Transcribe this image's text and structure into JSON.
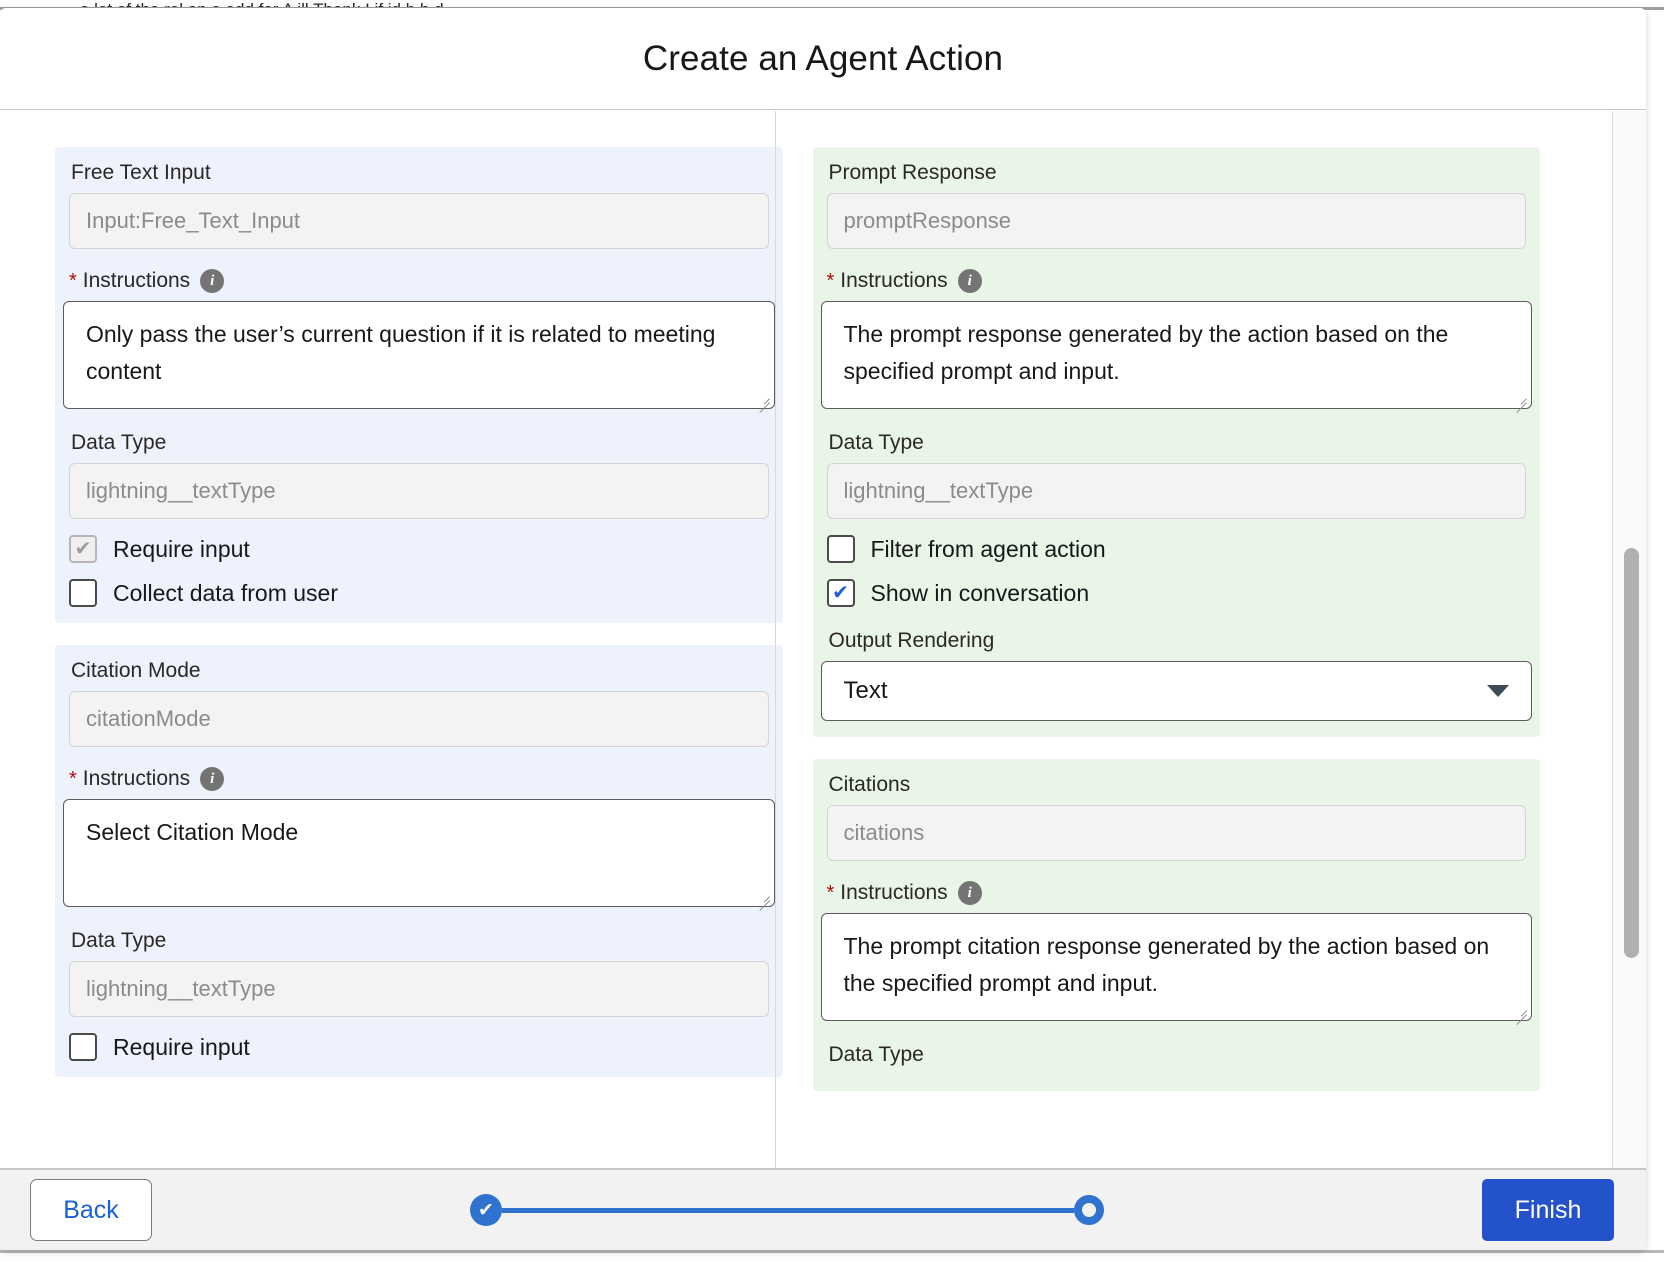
{
  "background": {
    "top_text": "a lot of the rel  on  a      add   for  A           ill       Thank     I         if   id  b   h  d",
    "bottom_text": "            "
  },
  "modal": {
    "title": "Create an Agent Action"
  },
  "input_column": {
    "groups": [
      {
        "label": "Free Text Input",
        "api_name": "Input:Free_Text_Input",
        "instructions_label": "Instructions",
        "instructions_value": "Only pass the user’s current question if it is related to meeting content",
        "data_type_label": "Data Type",
        "data_type_value": "lightning__textType",
        "checkboxes": [
          {
            "label": "Require input",
            "checked": true,
            "disabled": true
          },
          {
            "label": "Collect data from user",
            "checked": false,
            "disabled": false
          }
        ]
      },
      {
        "label": "Citation Mode",
        "api_name": "citationMode",
        "instructions_label": "Instructions",
        "instructions_value": "Select Citation Mode",
        "data_type_label": "Data Type",
        "data_type_value": "lightning__textType",
        "checkboxes": [
          {
            "label": "Require input",
            "checked": false,
            "disabled": false
          }
        ]
      }
    ]
  },
  "output_column": {
    "groups": [
      {
        "label": "Prompt Response",
        "api_name": "promptResponse",
        "instructions_label": "Instructions",
        "instructions_value": "The prompt response generated by the action based on the specified prompt and input.",
        "data_type_label": "Data Type",
        "data_type_value": "lightning__textType",
        "checkboxes": [
          {
            "label": "Filter from agent action",
            "checked": false,
            "disabled": false
          },
          {
            "label": "Show in conversation",
            "checked": true,
            "disabled": false
          }
        ],
        "select_label": "Output Rendering",
        "select_value": "Text"
      },
      {
        "label": "Citations",
        "api_name": "citations",
        "instructions_label": "Instructions",
        "instructions_value": "The prompt citation response generated by the action based on the specified prompt and input.",
        "data_type_label": "Data Type"
      }
    ]
  },
  "footer": {
    "back_label": "Back",
    "finish_label": "Finish",
    "progress": {
      "completed_steps": 1,
      "total_steps": 2
    }
  },
  "icons": {
    "info": "i",
    "check": "✔",
    "check_done": "✔"
  },
  "colors": {
    "accent_blue": "#2352ca",
    "progress_blue": "#2f72cf",
    "link_blue": "#1b5fd9",
    "input_panel": "#eef2fd",
    "output_panel": "#e9f5e6",
    "required_star": "#b00b0b"
  }
}
